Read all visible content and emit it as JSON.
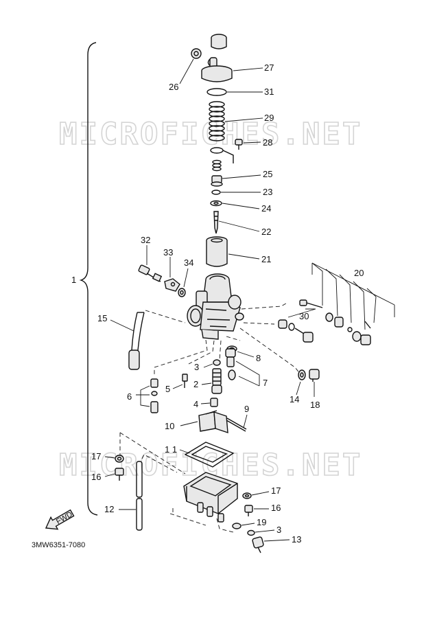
{
  "watermark": "MICROFICHES.NET",
  "diagram_code": "3MW6351-7080",
  "fwd_label": "FWD",
  "group_label": "1",
  "callouts": [
    {
      "id": "c26",
      "text": "26"
    },
    {
      "id": "c27",
      "text": "27"
    },
    {
      "id": "c31",
      "text": "31"
    },
    {
      "id": "c29",
      "text": "29"
    },
    {
      "id": "c28",
      "text": "28"
    },
    {
      "id": "c25",
      "text": "25"
    },
    {
      "id": "c23",
      "text": "23"
    },
    {
      "id": "c24",
      "text": "24"
    },
    {
      "id": "c22",
      "text": "22"
    },
    {
      "id": "c21",
      "text": "21"
    },
    {
      "id": "c32",
      "text": "32"
    },
    {
      "id": "c33",
      "text": "33"
    },
    {
      "id": "c34",
      "text": "34"
    },
    {
      "id": "c20",
      "text": "20"
    },
    {
      "id": "c30",
      "text": "30"
    },
    {
      "id": "c15",
      "text": "15"
    },
    {
      "id": "c8",
      "text": "8"
    },
    {
      "id": "c3a",
      "text": "3"
    },
    {
      "id": "c2",
      "text": "2"
    },
    {
      "id": "c7",
      "text": "7"
    },
    {
      "id": "c5",
      "text": "5"
    },
    {
      "id": "c6",
      "text": "6"
    },
    {
      "id": "c4",
      "text": "4"
    },
    {
      "id": "c14",
      "text": "14"
    },
    {
      "id": "c18",
      "text": "18"
    },
    {
      "id": "c9",
      "text": "9"
    },
    {
      "id": "c10",
      "text": "10"
    },
    {
      "id": "c11",
      "text": "1 1"
    },
    {
      "id": "c17a",
      "text": "17"
    },
    {
      "id": "c16a",
      "text": "16"
    },
    {
      "id": "c12",
      "text": "12"
    },
    {
      "id": "c17b",
      "text": "17"
    },
    {
      "id": "c16b",
      "text": "16"
    },
    {
      "id": "c19",
      "text": "19"
    },
    {
      "id": "c3b",
      "text": "3"
    },
    {
      "id": "c13",
      "text": "13"
    }
  ]
}
